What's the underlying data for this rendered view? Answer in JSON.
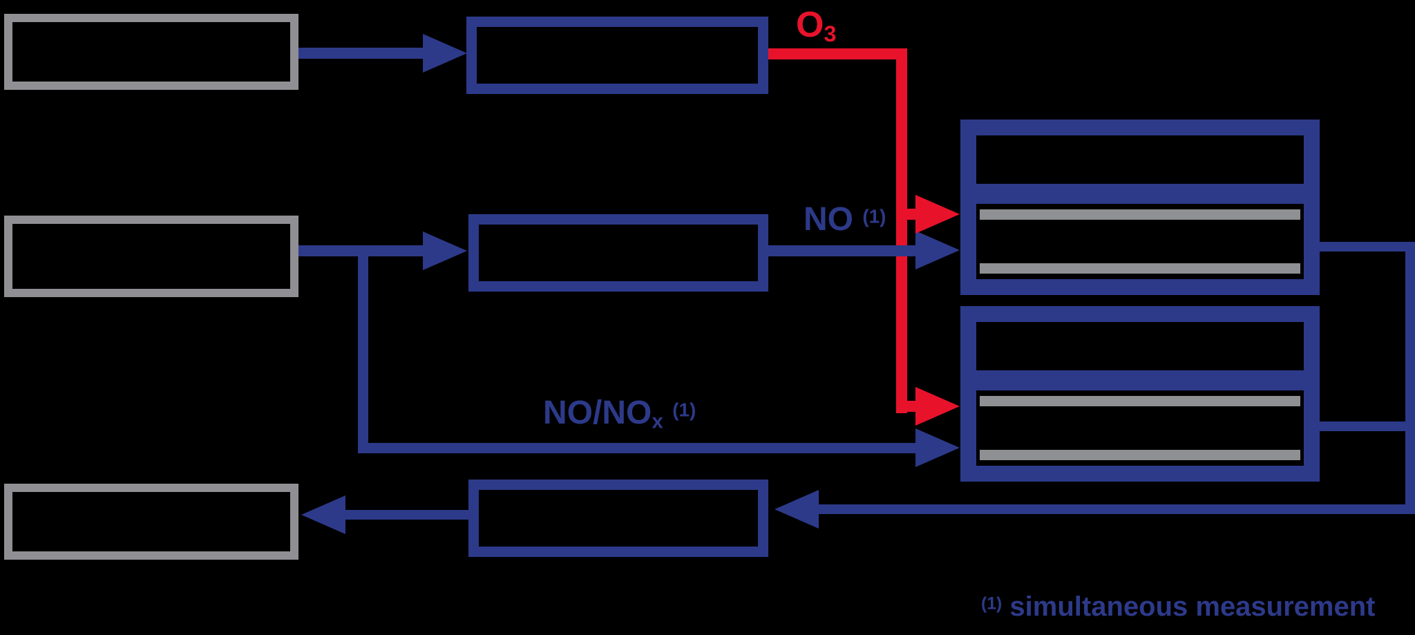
{
  "canvas": {
    "background": "#000000"
  },
  "colors": {
    "bg": "#000000",
    "blue": "#2d3a8a",
    "red": "#e8132b",
    "gray": "#909094",
    "graybar": "#8f9093"
  },
  "labels": {
    "o3": {
      "main": "O",
      "sub": "3"
    },
    "no": {
      "main": "NO",
      "sup": "(1)"
    },
    "no_nox": {
      "main": "NO/NO",
      "sub": "x",
      "sup": "(1)"
    },
    "footnote": {
      "sup": "(1)",
      "text": " simultaneous measurement"
    }
  }
}
